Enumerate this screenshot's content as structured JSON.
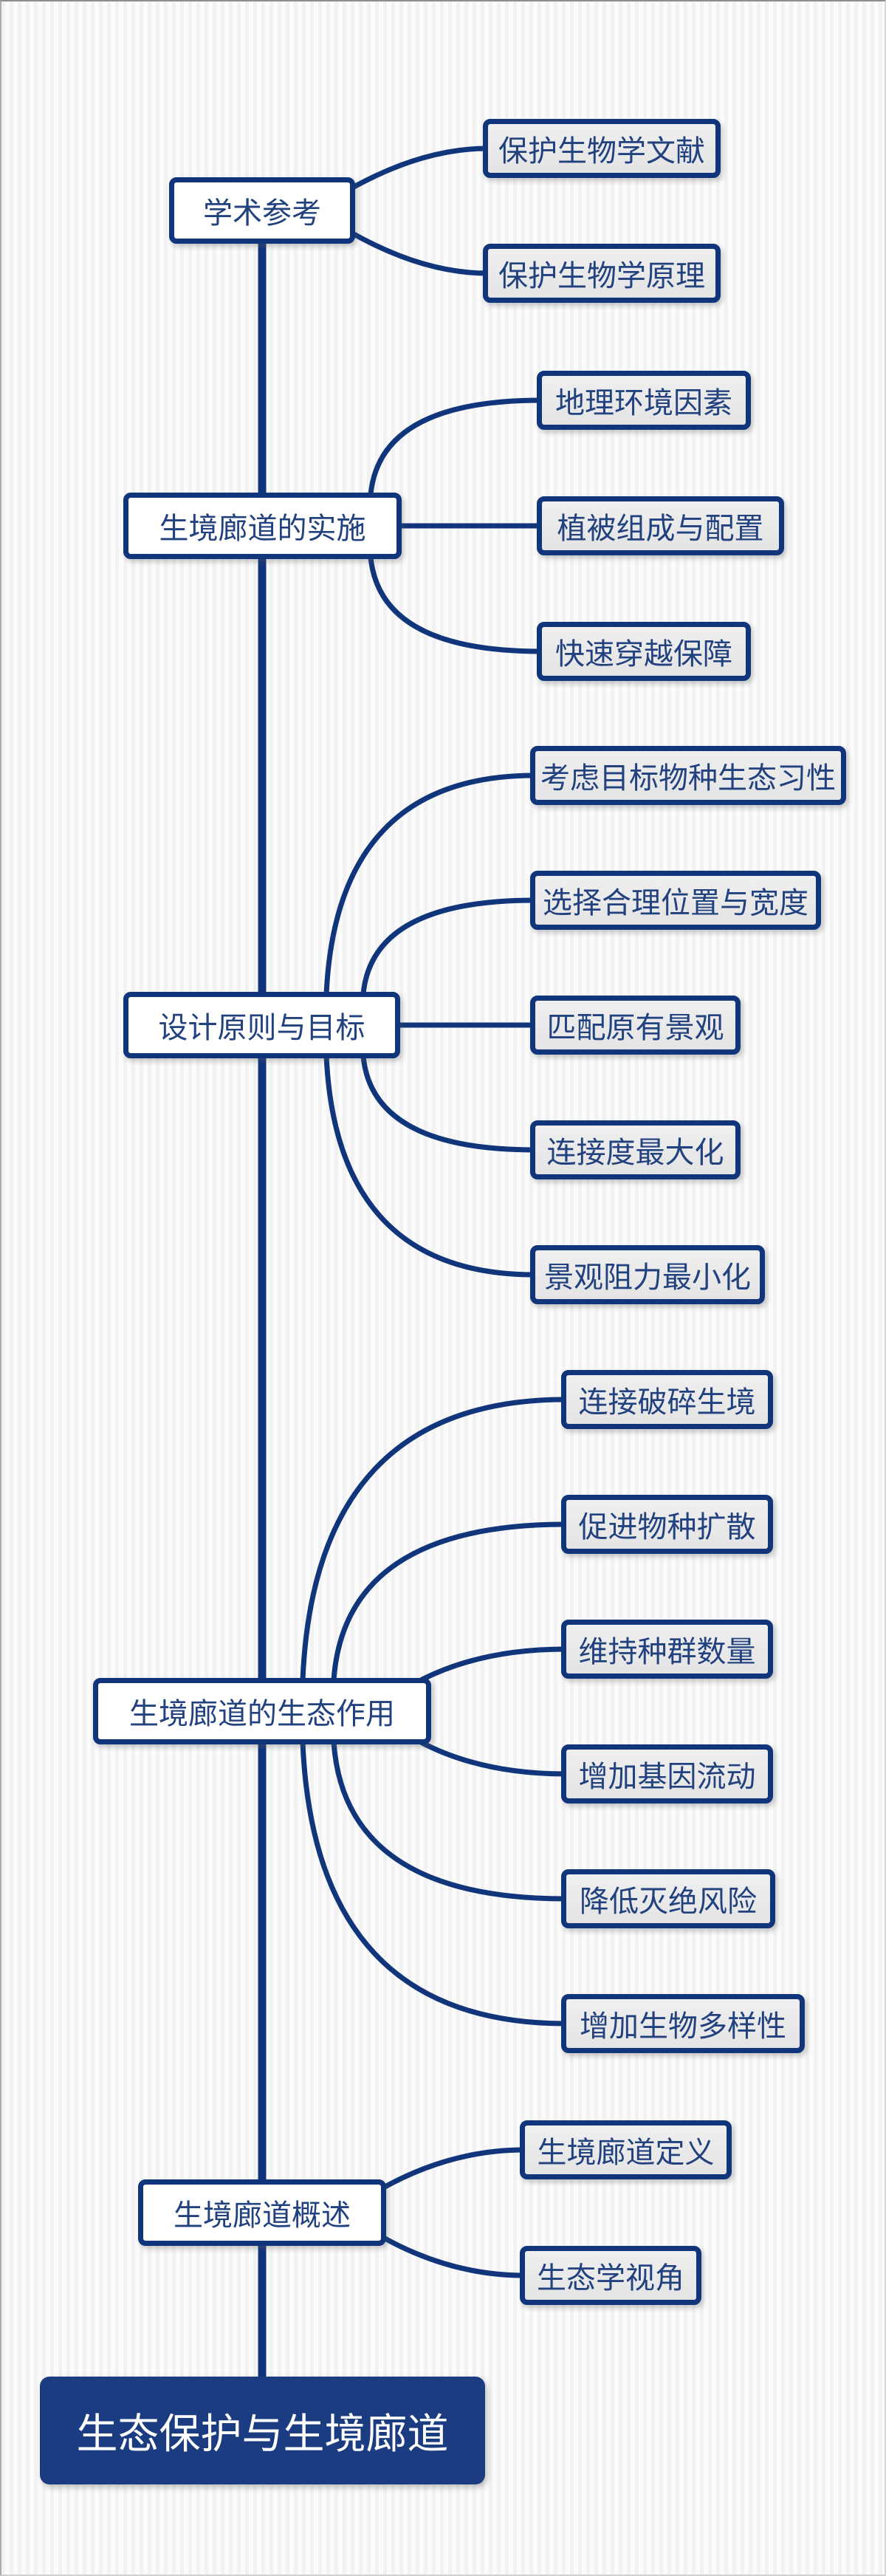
{
  "palette": {
    "navy_line": "#10357b",
    "navy_text": "#21417f",
    "root_bg": "#1b3c80",
    "root_text": "#ffffff",
    "child_bg": "#e9e9e9",
    "branch_bg": "#ffffff",
    "stripe_gray": "#f2f2f3",
    "stripe_white": "#fbfbfc",
    "frame": "#a8a8a8"
  },
  "mindmap": {
    "root": {
      "label": "生态保护与生境廊道"
    },
    "branches": [
      {
        "label": "学术参考",
        "children": [
          {
            "label": "保护生物学文献"
          },
          {
            "label": "保护生物学原理"
          }
        ]
      },
      {
        "label": "生境廊道的实施",
        "children": [
          {
            "label": "地理环境因素"
          },
          {
            "label": "植被组成与配置"
          },
          {
            "label": "快速穿越保障"
          }
        ]
      },
      {
        "label": "设计原则与目标",
        "children": [
          {
            "label": "考虑目标物种生态习性"
          },
          {
            "label": "选择合理位置与宽度"
          },
          {
            "label": "匹配原有景观"
          },
          {
            "label": "连接度最大化"
          },
          {
            "label": "景观阻力最小化"
          }
        ]
      },
      {
        "label": "生境廊道的生态作用",
        "children": [
          {
            "label": "连接破碎生境"
          },
          {
            "label": "促进物种扩散"
          },
          {
            "label": "维持种群数量"
          },
          {
            "label": "增加基因流动"
          },
          {
            "label": "降低灭绝风险"
          },
          {
            "label": "增加生物多样性"
          }
        ]
      },
      {
        "label": "生境廊道概述",
        "children": [
          {
            "label": "生境廊道定义"
          },
          {
            "label": "生态学视角"
          }
        ]
      }
    ]
  }
}
